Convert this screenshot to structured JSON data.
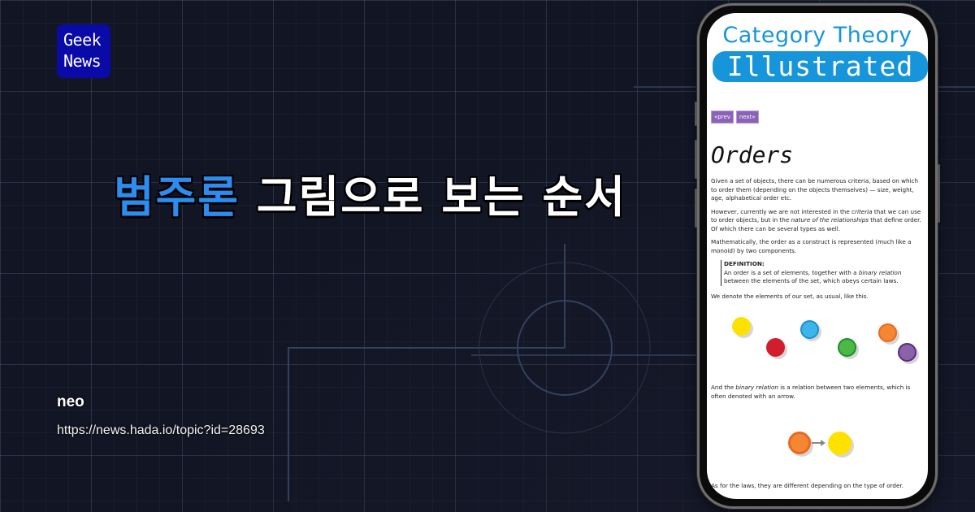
{
  "logo": {
    "line1": "Geek",
    "line2": "News",
    "bg_color": "#0a0aa8"
  },
  "headline": {
    "accent": "범주론",
    "rest": " 그림으로 보는 순서",
    "accent_color": "#2d8cf0"
  },
  "author": "neo",
  "url": "https://news.hada.io/topic?id=28693",
  "phone": {
    "site_title": "Category Theory",
    "site_subtitle": "Illustrated",
    "brand_color": "#1795db",
    "pager": {
      "prev": "«prev",
      "next": "next»"
    },
    "article": {
      "title": "Orders",
      "p1": "Given a set of objects, there can be numerous criteria, based on which to order them (depending on the objects themselves) — size, weight, age, alphabetical order etc.",
      "p2_a": "However, currently we are not interested in the ",
      "p2_em1": "criteria",
      "p2_b": " that we can use to order objects, but in the ",
      "p2_em2": "nature of the relationships",
      "p2_c": " that define order. Of which there can be several types as well.",
      "p3": "Mathematically, the order as a construct is represented (much like a monoid) by two components.",
      "definition_label": "DEFINITION:",
      "definition_a": "An order is a set of elements, together with a ",
      "definition_em": "binary relation",
      "definition_b": " between the elements of the set, which obeys certain laws.",
      "p4": "We denote the elements of our set, as usual, like this.",
      "p5_a": "And the ",
      "p5_em": "binary relation",
      "p5_b": " is a relation between two elements, which is often denoted with an arrow.",
      "p6": "As for the laws, they are different depending on the type of order."
    },
    "elements": [
      {
        "color": "yellow",
        "fill": "#ffe100",
        "border": "#f5d800"
      },
      {
        "color": "red",
        "fill": "#d21e2a",
        "border": "#c41a25"
      },
      {
        "color": "blue",
        "fill": "#3bb5ea",
        "border": "#1a8fd0"
      },
      {
        "color": "green",
        "fill": "#4cb848",
        "border": "#1f8f2c"
      },
      {
        "color": "orange",
        "fill": "#f58634",
        "border": "#e86a1f"
      },
      {
        "color": "purple",
        "fill": "#8a62aa",
        "border": "#5a2a7a"
      }
    ]
  }
}
